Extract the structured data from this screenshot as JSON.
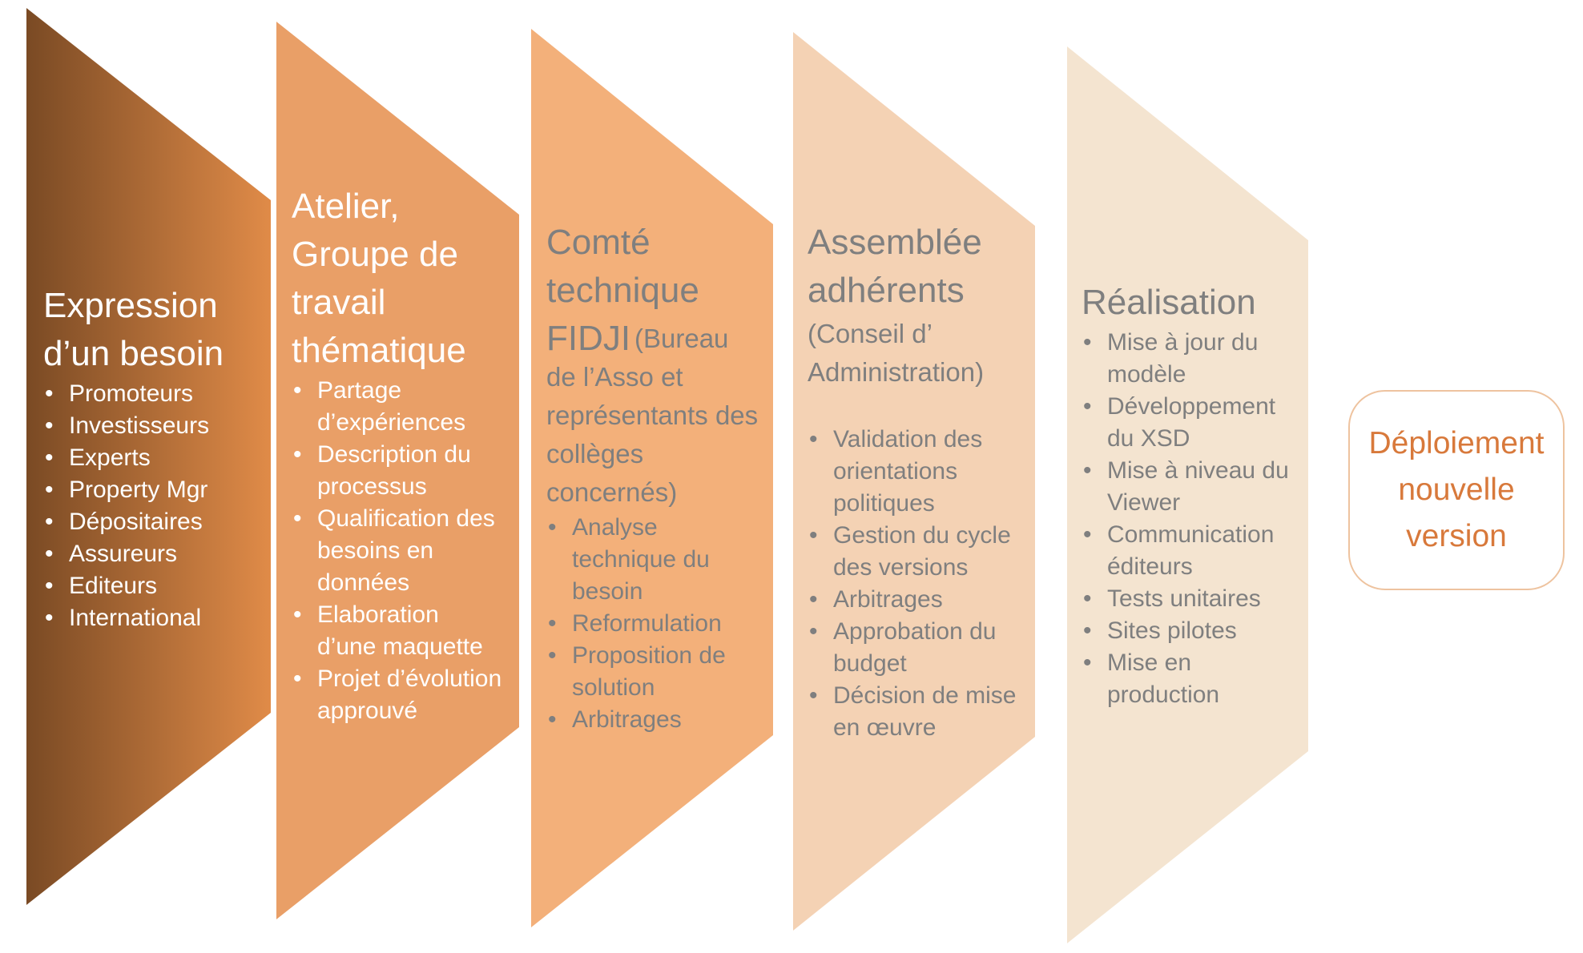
{
  "colors": {
    "stage1": [
      "#7a4a24",
      "#e08b48"
    ],
    "stage2": "#e99f67",
    "stage3": "#f3b07a",
    "stage4": "#f4d2b4",
    "stage5": "#f4e4d0",
    "final_accent": "#d8793b",
    "text_grey": "#7f7f7f"
  },
  "stages": [
    {
      "title_lines": [
        "Expression",
        "d’un besoin"
      ],
      "items": [
        "Promoteurs",
        "Investisseurs",
        "Experts",
        "Property Mgr",
        "Dépositaires",
        "Assureurs",
        "Editeurs",
        "International"
      ]
    },
    {
      "title_lines": [
        "Atelier,",
        "Groupe de",
        "travail",
        "thématique"
      ],
      "items": [
        "Partage d’expériences",
        "Description du processus",
        "Qualification des besoins en données",
        "Elaboration d’une maquette",
        "Projet d’évolution approuvé"
      ]
    },
    {
      "title_lines": [
        "Comté",
        "technique",
        "FIDJI"
      ],
      "subtitle": "(Bureau de l’Asso et représentants des collèges concernés)",
      "items": [
        "Analyse technique du besoin",
        "Reformulation",
        "Proposition de solution",
        "Arbitrages"
      ]
    },
    {
      "title_lines": [
        "Assemblée",
        "adhérents"
      ],
      "subtitle": "(Conseil d’ Administration)",
      "items": [
        "Validation des orientations politiques",
        "Gestion du cycle des versions",
        "Arbitrages",
        "Approbation du budget",
        "Décision de mise en œuvre"
      ]
    },
    {
      "title_lines": [
        "Réalisation"
      ],
      "items": [
        "Mise à jour du modèle",
        "Développement du XSD",
        "Mise à niveau du Viewer",
        "Communication éditeurs",
        "Tests unitaires",
        "Sites pilotes",
        "Mise en production"
      ]
    }
  ],
  "final": {
    "lines": [
      "Déploiement",
      "nouvelle",
      "version"
    ]
  }
}
